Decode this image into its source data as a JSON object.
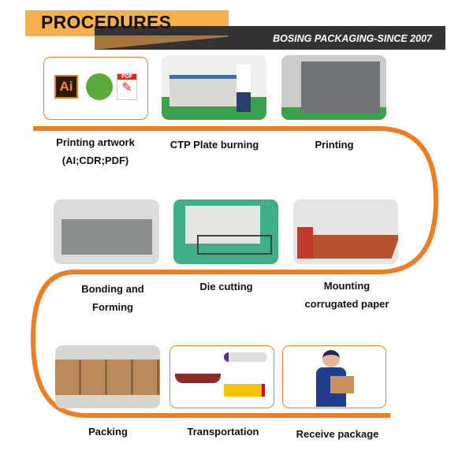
{
  "header": {
    "title": "PROCEDURES",
    "subtitle": "BOSING PACKAGING-SINCE 2007"
  },
  "colors": {
    "accent": "#ef7d22",
    "header_orange": "#f7b04e",
    "header_dark": "#333333"
  },
  "steps": [
    {
      "label_lines": [
        "Printing artwork",
        "(AI;CDR;PDF)"
      ],
      "icons": [
        "Ai",
        "PDF"
      ]
    },
    {
      "label_lines": [
        "CTP Plate burning"
      ]
    },
    {
      "label_lines": [
        "Printing"
      ]
    },
    {
      "label_lines": [
        "Bonding and",
        "Forming"
      ]
    },
    {
      "label_lines": [
        "Die cutting"
      ]
    },
    {
      "label_lines": [
        "Mounting",
        "corrugated paper"
      ]
    },
    {
      "label_lines": [
        "Packing"
      ]
    },
    {
      "label_lines": [
        "Transportation"
      ]
    },
    {
      "label_lines": [
        "Receive package"
      ]
    }
  ]
}
